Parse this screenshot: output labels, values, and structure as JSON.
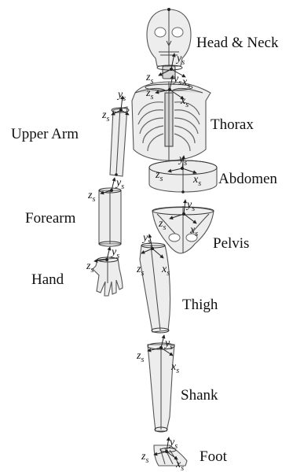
{
  "segments": [
    {
      "id": "head-neck",
      "label": "Head & Neck"
    },
    {
      "id": "thorax",
      "label": "Thorax"
    },
    {
      "id": "upper-arm",
      "label": "Upper Arm"
    },
    {
      "id": "abdomen",
      "label": "Abdomen"
    },
    {
      "id": "forearm",
      "label": "Forearm"
    },
    {
      "id": "pelvis",
      "label": "Pelvis"
    },
    {
      "id": "hand",
      "label": "Hand"
    },
    {
      "id": "thigh",
      "label": "Thigh"
    },
    {
      "id": "shank",
      "label": "Shank"
    },
    {
      "id": "foot",
      "label": "Foot"
    }
  ],
  "axis_labels": {
    "y": "y",
    "x": "x",
    "z": "z",
    "subscript": "s"
  }
}
